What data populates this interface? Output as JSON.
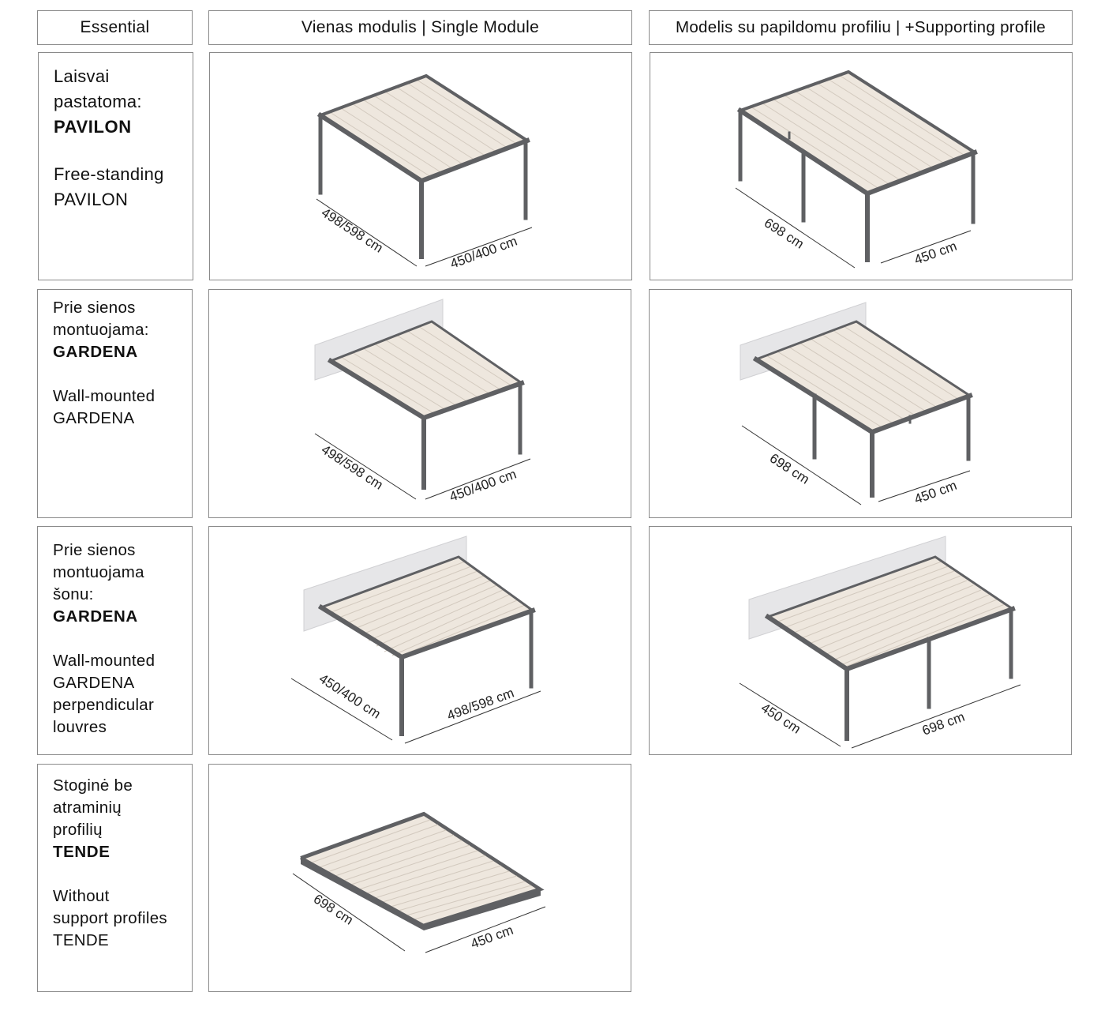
{
  "headers": {
    "essential": "Essential",
    "single": "Vienas modulis | Single Module",
    "supporting": "Modelis su papildomu profiliu | +Supporting profile"
  },
  "rows": [
    {
      "lt_lines": [
        "Laisvai",
        "pastatoma:"
      ],
      "lt_name": "PAVILON",
      "en_lines": [
        "Free-standing"
      ],
      "en_name": "PAVILON",
      "single_dims": [
        "498/598 cm",
        "450/400 cm"
      ],
      "support_dims": [
        "698 cm",
        "450 cm"
      ]
    },
    {
      "lt_lines": [
        "Prie sienos",
        "montuojama:"
      ],
      "lt_name": "GARDENA",
      "en_lines": [
        "Wall-mounted"
      ],
      "en_name": "GARDENA",
      "single_dims": [
        "498/598 cm",
        "450/400 cm"
      ],
      "support_dims": [
        "698 cm",
        "450 cm"
      ]
    },
    {
      "lt_lines": [
        "Prie sienos",
        "montuojama",
        "šonu:"
      ],
      "lt_name": "GARDENA",
      "en_lines": [
        "Wall-mounted",
        "GARDENA",
        "perpendicular"
      ],
      "en_name": "louvres",
      "single_dims": [
        "450/400 cm",
        "498/598 cm"
      ],
      "support_dims": [
        "450 cm",
        "698 cm"
      ]
    },
    {
      "lt_lines": [
        "Stoginė be",
        "atraminių",
        "profilių"
      ],
      "lt_name": "TENDE",
      "en_lines": [
        "Without",
        "support profiles"
      ],
      "en_name": "TENDE",
      "single_dims": [
        "698 cm",
        "450 cm"
      ]
    }
  ],
  "colors": {
    "frame": "#5f6063",
    "louvre": "#eee7de",
    "louvre_line": "#d2c9be",
    "wall": "#e6e6e8",
    "border": "#8a8a8a"
  }
}
